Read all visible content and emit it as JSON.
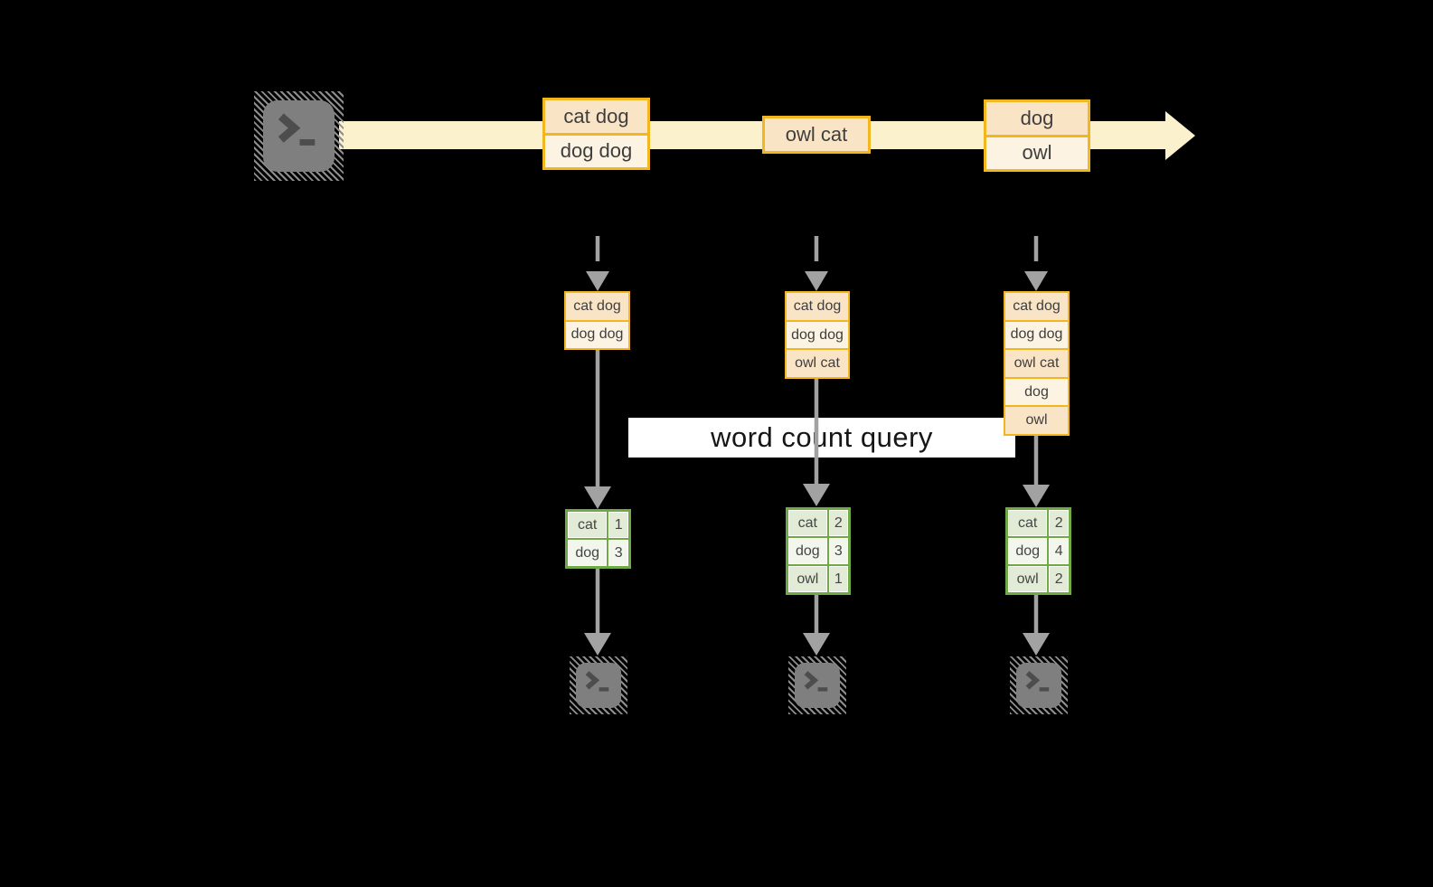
{
  "query_banner": {
    "label": "word count query"
  },
  "source": {
    "icon": "terminal-icon"
  },
  "stream": {
    "events": [
      {
        "lines": [
          "cat dog",
          "dog dog"
        ]
      },
      {
        "lines": [
          "owl cat"
        ]
      },
      {
        "lines": [
          "dog",
          "owl"
        ]
      }
    ]
  },
  "pipelines": [
    {
      "accumulated_events": [
        "cat dog",
        "dog dog"
      ],
      "word_counts": [
        {
          "word": "cat",
          "count": 1
        },
        {
          "word": "dog",
          "count": 3
        }
      ],
      "sink_icon": "terminal-icon"
    },
    {
      "accumulated_events": [
        "cat dog",
        "dog dog",
        "owl cat"
      ],
      "word_counts": [
        {
          "word": "cat",
          "count": 2
        },
        {
          "word": "dog",
          "count": 3
        },
        {
          "word": "owl",
          "count": 1
        }
      ],
      "sink_icon": "terminal-icon"
    },
    {
      "accumulated_events": [
        "cat dog",
        "dog dog",
        "owl cat",
        "dog",
        "owl"
      ],
      "word_counts": [
        {
          "word": "cat",
          "count": 2
        },
        {
          "word": "dog",
          "count": 4
        },
        {
          "word": "owl",
          "count": 2
        }
      ],
      "sink_icon": "terminal-icon"
    }
  ],
  "colors": {
    "background": "#000000",
    "stream_fill": "#fcf1cd",
    "event_border": "#f2b71e",
    "event_row_dark": "#fae4c6",
    "event_row_light": "#fdf3e2",
    "table_border": "#6faa46",
    "table_row_dark": "#e1ebd5",
    "table_row_light": "#f2f6ed",
    "arrow": "#a2a2a2",
    "banner_background": "#ffffff",
    "icon_gray": "#7f7f7f"
  }
}
